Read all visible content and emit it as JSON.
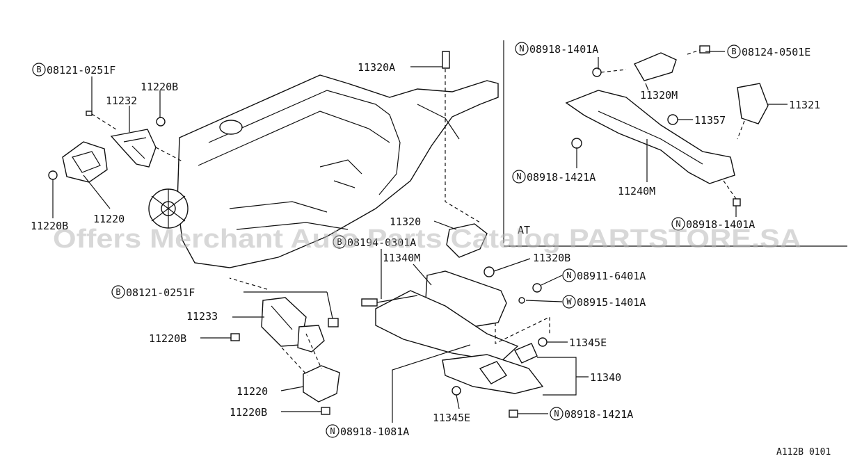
{
  "labels": {
    "l_08121_top": "08121-0251F",
    "l_11220B_top": "11220B",
    "l_11232": "11232",
    "l_11220_left": "11220",
    "l_11220B_left": "11220B",
    "l_11320A": "11320A",
    "l_08918_1401A_tr": "08918-1401A",
    "l_08124": "08124-0501E",
    "l_11320M": "11320M",
    "l_11321": "11321",
    "l_11357": "11357",
    "l_08918_1421A_mid": "08918-1421A",
    "l_11240M": "11240M",
    "l_08918_1401A_mid": "08918-1401A",
    "l_AT": "AT",
    "l_11320": "11320",
    "l_08194": "08194-0301A",
    "l_11340M": "11340M",
    "l_11320B": "11320B",
    "l_08911": "08911-6401A",
    "l_08915": "08915-1401A",
    "l_08121_low": "08121-0251F",
    "l_11233": "11233",
    "l_11220B_mid": "11220B",
    "l_11345E_r": "11345E",
    "l_11340": "11340",
    "l_11220_low": "11220",
    "l_11220B_low": "11220B",
    "l_11345E_b": "11345E",
    "l_08918_1421A_b": "08918-1421A",
    "l_08918_1081A": "08918-1081A",
    "figure_code": "A112B 0101"
  },
  "prefixes": {
    "p_B": "B",
    "p_N": "N",
    "p_W": "W"
  },
  "watermark": "Offers Merchant Auto Parts Catalog PARTSTORE.SA"
}
